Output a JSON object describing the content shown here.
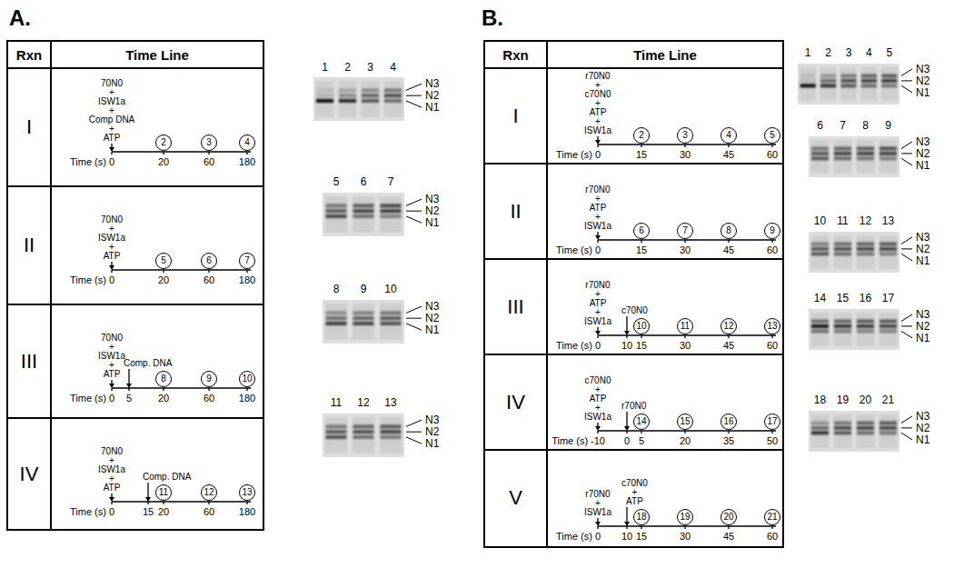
{
  "diagram": {
    "nodes": [
      {
        "text": [
          "2"
        ]
      },
      {
        "text": [
          "3"
        ]
      },
      {
        "text": [
          "4"
        ]
      },
      {
        "text": [
          "5"
        ]
      },
      {
        "text": [
          "6"
        ]
      },
      {
        "text": [
          "7"
        ]
      },
      {
        "text": [
          "8"
        ]
      },
      {
        "text": [
          "9"
        ]
      },
      {
        "text": [
          "10"
        ]
      },
      {
        "text": [
          "11"
        ]
      },
      {
        "text": [
          "12"
        ]
      },
      {
        "text": [
          "13"
        ]
      },
      {
        "text": [
          "2"
        ]
      },
      {
        "text": [
          "3"
        ]
      },
      {
        "text": [
          "4"
        ]
      },
      {
        "text": [
          "5"
        ]
      },
      {
        "text": [
          "6"
        ]
      },
      {
        "text": [
          "7"
        ]
      },
      {
        "text": [
          "8"
        ]
      },
      {
        "text": [
          "9"
        ]
      },
      {
        "text": [
          "10"
        ]
      },
      {
        "text": [
          "11"
        ]
      },
      {
        "text": [
          "12"
        ]
      },
      {
        "text": [
          "13"
        ]
      },
      {
        "text": [
          "14"
        ]
      },
      {
        "text": [
          "15"
        ]
      },
      {
        "text": [
          "16"
        ]
      },
      {
        "text": [
          "17"
        ]
      },
      {
        "text": [
          "18"
        ]
      },
      {
        "text": [
          "19"
        ]
      },
      {
        "text": [
          "20"
        ]
      },
      {
        "text": [
          "21"
        ]
      }
    ],
    "labels": [
      "A.",
      "Rxn",
      "Time Line",
      "I",
      "70N0",
      "+",
      "ISW1a",
      "+",
      "Comp DNA",
      "+",
      "ATP",
      "Time (s)",
      "0",
      "20",
      "60",
      "180",
      "II",
      "70N0",
      "+",
      "ISW1a",
      "+",
      "ATP",
      "Time (s)",
      "0",
      "20",
      "60",
      "180",
      "III",
      "70N0",
      "+",
      "ISW1a",
      "+",
      "ATP",
      "Comp. DNA",
      "Time (s)",
      "0",
      "5",
      "20",
      "60",
      "180",
      "IV",
      "70N0",
      "+",
      "ISW1a",
      "+",
      "ATP",
      "Comp. DNA",
      "Time (s)",
      "0",
      "15",
      "20",
      "60",
      "180",
      "1",
      "2",
      "3",
      "4",
      "N3",
      "N2",
      "N1",
      "5",
      "6",
      "7",
      "N3",
      "N2",
      "N1",
      "8",
      "9",
      "10",
      "N3",
      "N2",
      "N1",
      "11",
      "12",
      "13",
      "N3",
      "N2",
      "N1",
      "B.",
      "Rxn",
      "Time Line",
      "I",
      "r70N0",
      "+",
      "c70N0",
      "+",
      "ATP",
      "+",
      "ISW1a",
      "Time (s)",
      "0",
      "15",
      "30",
      "45",
      "60",
      "II",
      "r70N0",
      "+",
      "ATP",
      "+",
      "ISW1a",
      "Time (s)",
      "0",
      "15",
      "30",
      "45",
      "60",
      "III",
      "r70N0",
      "+",
      "ATP",
      "+",
      "ISW1a",
      "c70N0",
      "Time (s)",
      "0",
      "10",
      "15",
      "30",
      "45",
      "60",
      "IV",
      "c70N0",
      "+",
      "ATP",
      "+",
      "ISW1a",
      "r70N0",
      "Time (s)",
      "-10",
      "0",
      "5",
      "20",
      "35",
      "50",
      "V",
      "r70N0",
      "+",
      "ISW1a",
      "c70N0",
      "+",
      "ATP",
      "Time (s)",
      "0",
      "10",
      "15",
      "30",
      "45",
      "60",
      "1",
      "2",
      "3",
      "4",
      "5",
      "N3",
      "N2",
      "N1",
      "6",
      "7",
      "8",
      "9",
      "N3",
      "N2",
      "N1",
      "10",
      "11",
      "12",
      "13",
      "N3",
      "N2",
      "N1",
      "14",
      "15",
      "16",
      "17",
      "N3",
      "N2",
      "N1",
      "18",
      "19",
      "20",
      "21",
      "N3",
      "N2",
      "N1"
    ]
  }
}
